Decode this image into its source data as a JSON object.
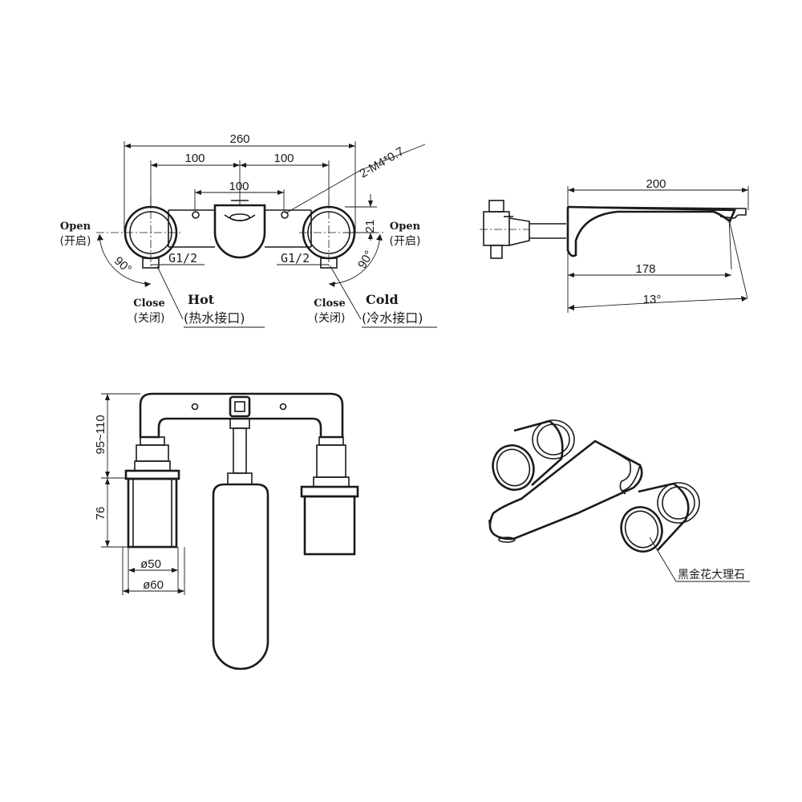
{
  "front_view": {
    "dims": {
      "overall": "260",
      "left_span": "100",
      "right_span": "100",
      "spout_width": "100",
      "offset": "21",
      "holes": "2-M4*0.7"
    },
    "left": {
      "open_en": "Open",
      "open_cn": "(开启)",
      "angle": "90°",
      "close_en": "Close",
      "close_cn": "(关闭)",
      "thread": "G1/2",
      "port_en": "Hot",
      "port_cn": "(热水接口)"
    },
    "right": {
      "open_en": "Open",
      "open_cn": "(开启)",
      "angle": "90°",
      "close_en": "Close",
      "close_cn": "(关闭)",
      "thread": "G1/2",
      "port_en": "Cold",
      "port_cn": "(冷水接口)"
    }
  },
  "side_view": {
    "length": "200",
    "reach": "178",
    "angle": "13°"
  },
  "section_view": {
    "depth_range": "95~110",
    "handle_height": "76",
    "inner_dia": "ø50",
    "outer_dia": "ø60"
  },
  "iso_view": {
    "material_label": "黑金花大理石"
  }
}
